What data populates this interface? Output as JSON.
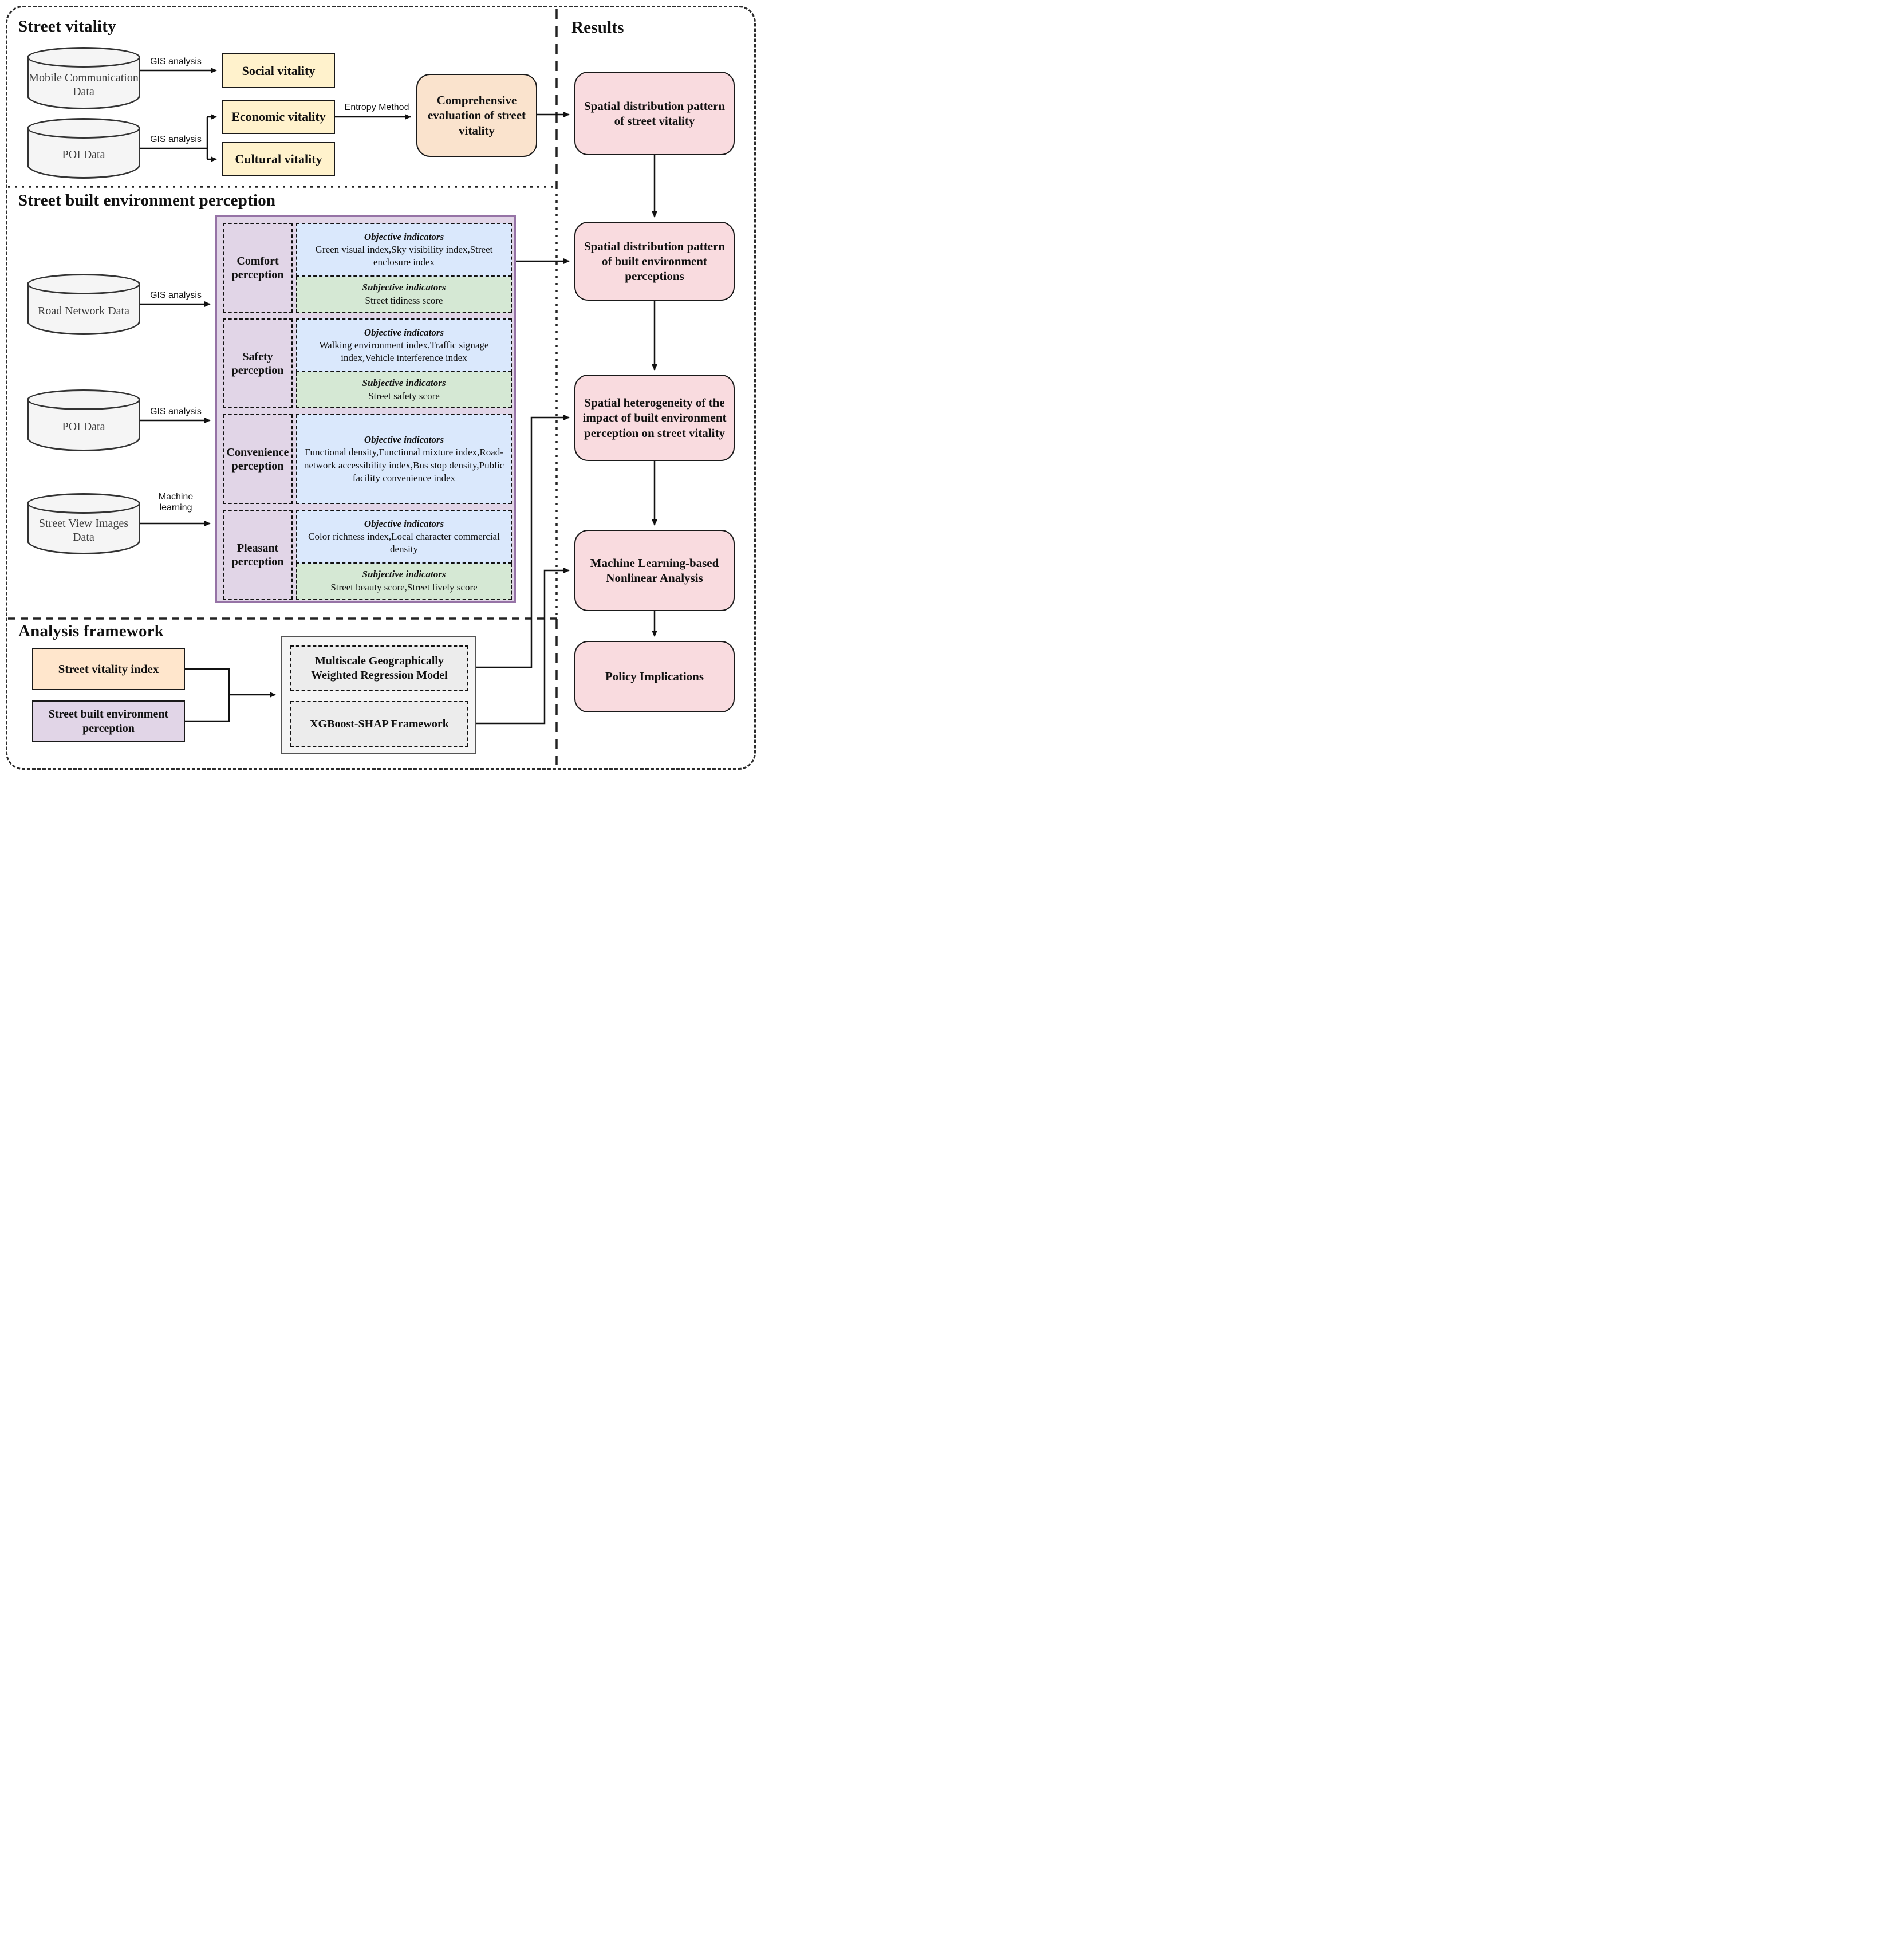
{
  "sections": {
    "street_vitality": {
      "title": "Street vitality",
      "mobile_data": "Mobile Communication Data",
      "poi_data": "POI Data",
      "gis_label_1": "GIS analysis",
      "gis_label_2": "GIS analysis",
      "entropy_label": "Entropy Method",
      "social": "Social vitality",
      "economic": "Economic vitality",
      "cultural": "Cultural vitality",
      "comprehensive": "Comprehensive evaluation of street vitality"
    },
    "perception": {
      "title": "Street built environment perception",
      "road_data": "Road Network Data",
      "poi_data": "POI Data",
      "svi_data": "Street View Images Data",
      "gis_label_1": "GIS analysis",
      "gis_label_2": "GIS analysis",
      "ml_label": "Machine learning",
      "groups": [
        {
          "label": "Comfort perception",
          "obj_title": "Objective indicators",
          "obj": "Green visual index,Sky visibility index,Street enclosure index",
          "subj_title": "Subjective indicators",
          "subj": "Street tidiness score"
        },
        {
          "label": "Safety perception",
          "obj_title": "Objective indicators",
          "obj": "Walking environment index,Traffic signage index,Vehicle interference index",
          "subj_title": "Subjective indicators",
          "subj": "Street safety score"
        },
        {
          "label": "Convenience perception",
          "obj_title": "Objective indicators",
          "obj": "Functional density,Functional mixture index,Road-network accessibility index,Bus stop density,Public facility convenience index"
        },
        {
          "label": "Pleasant perception",
          "obj_title": "Objective indicators",
          "obj": "Color richness index,Local character commercial density",
          "subj_title": "Subjective indicators",
          "subj": "Street beauty score,Street lively score"
        }
      ]
    },
    "analysis": {
      "title": "Analysis framework",
      "input_vitality": "Street vitality index",
      "input_perception": "Street built environment perception",
      "model_mgwr": "Multiscale Geographically Weighted Regression Model",
      "model_xgb": "XGBoost-SHAP Framework"
    },
    "results": {
      "title": "Results",
      "boxes": [
        "Spatial distribution pattern of street vitality",
        "Spatial distribution pattern of built environment perceptions",
        "Spatial heterogeneity of the impact of built environment perception on street vitality",
        "Machine Learning-based Nonlinear Analysis",
        "Policy Implications"
      ]
    }
  },
  "colors": {
    "box_yellow": "#FFF2CC",
    "box_orange_round": "#FAE3CD",
    "box_orange_rect": "#FFE6CC",
    "box_pink": "#F9DBDF",
    "panel_purple": "#E1D5E7",
    "panel_border": "#9673A6",
    "indicator_blue": "#DAE8FC",
    "indicator_green": "#D5E8D4",
    "model_gray": "#F5F5F5",
    "cylinder_gray": "#F5F5F5",
    "line": "#111111"
  }
}
